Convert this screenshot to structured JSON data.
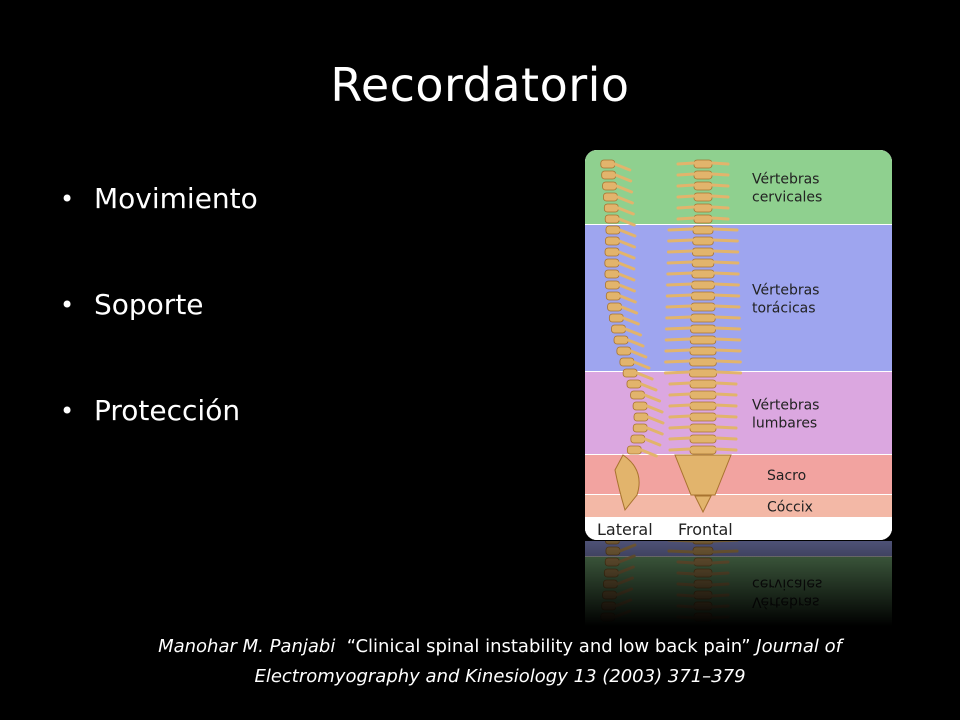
{
  "slide": {
    "title": "Recordatorio",
    "bullets": [
      "Movimiento",
      "Soporte",
      "Protección"
    ]
  },
  "figure": {
    "regions": [
      {
        "label1": "Vértebras",
        "label2": "cervicales",
        "color": "#8fd08f"
      },
      {
        "label1": "Vértebras",
        "label2": "torácicas",
        "color": "#9ea5ef"
      },
      {
        "label1": "Vértebras",
        "label2": "lumbares",
        "color": "#dba7e0"
      },
      {
        "label1": "Sacro",
        "label2": "",
        "color": "#f2a3a0"
      },
      {
        "label1": "Cóccix",
        "label2": "",
        "color": "#f3b8a6"
      }
    ],
    "view_labels": [
      "Lateral",
      "Frontal"
    ]
  },
  "caption": {
    "part1": "Manohar M. Panjabi",
    "part2": "“Clinical spinal instability and low back pain”",
    "part3": "Journal of",
    "part4": "Electromyography and Kinesiology 13 (2003) 371–379"
  }
}
